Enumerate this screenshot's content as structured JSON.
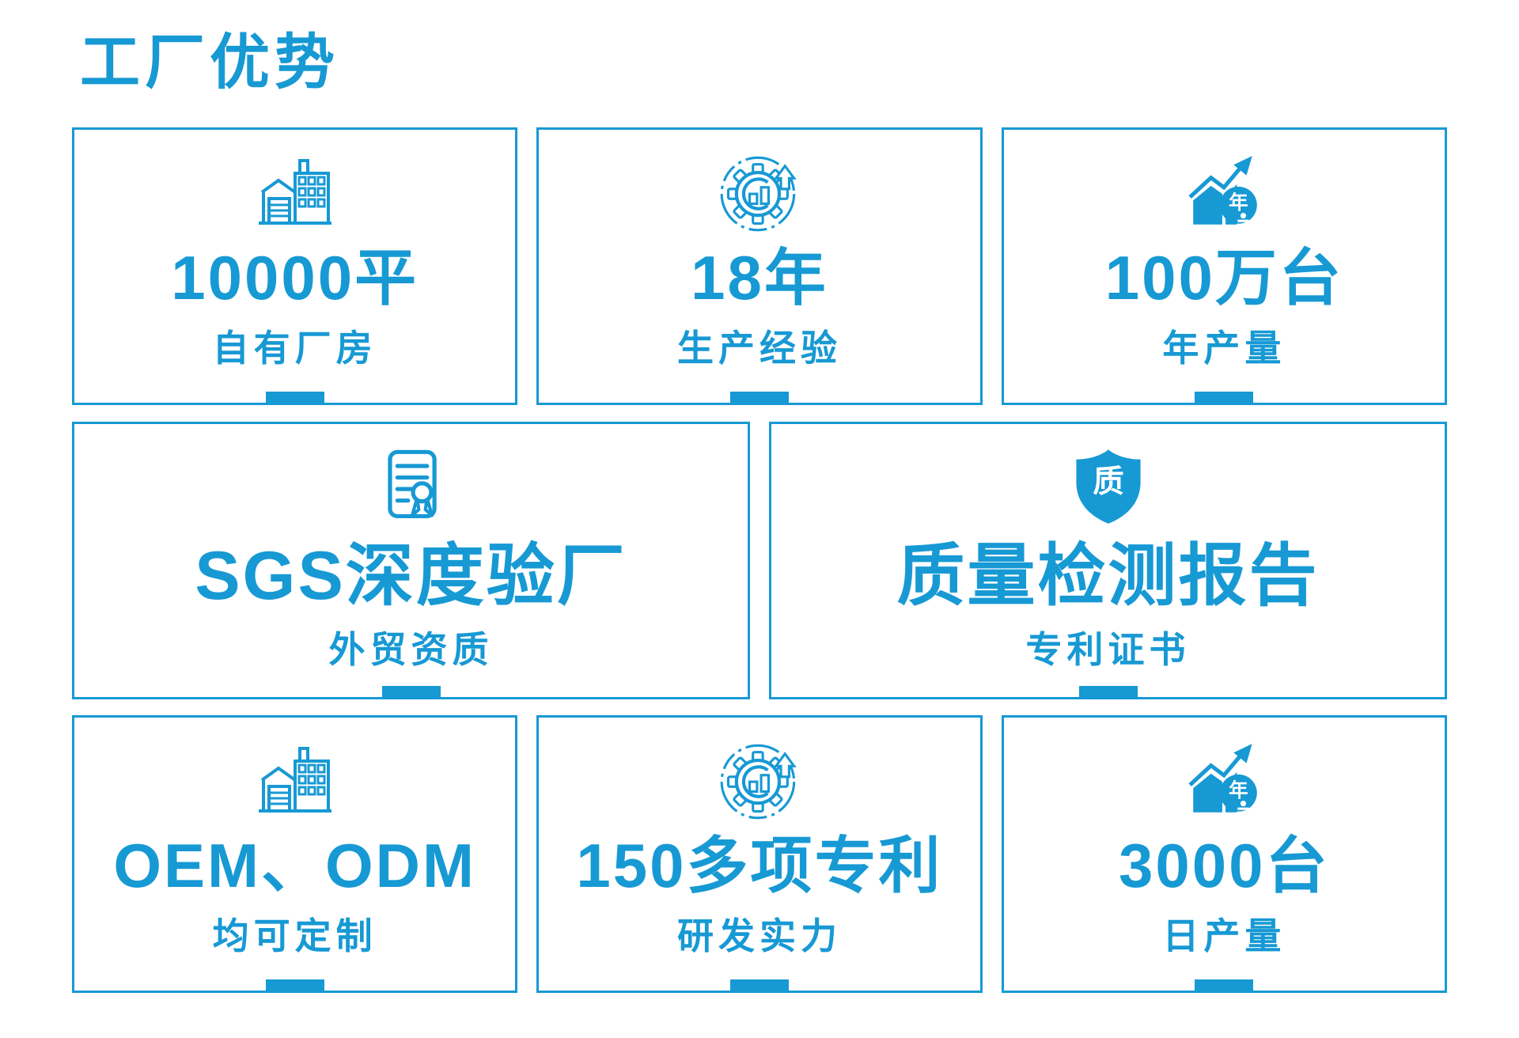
{
  "page": {
    "title": "工厂优势"
  },
  "colors": {
    "accent": "#1799d4"
  },
  "icons": {
    "shield_glyph": "质",
    "year_glyph": "年"
  },
  "cards": [
    {
      "value": "10000平",
      "label": "自有厂房",
      "icon": "factory-icon"
    },
    {
      "value": "18年",
      "label": "生产经验",
      "icon": "gear-growth-icon"
    },
    {
      "value": "100万台",
      "label": "年产量",
      "icon": "annual-growth-icon"
    },
    {
      "value": "SGS深度验厂",
      "label": "外贸资质",
      "icon": "certificate-icon"
    },
    {
      "value": "质量检测报告",
      "label": "专利证书",
      "icon": "quality-shield-icon"
    },
    {
      "value": "OEM、ODM",
      "label": "均可定制",
      "icon": "factory-icon"
    },
    {
      "value": "150多项专利",
      "label": "研发实力",
      "icon": "gear-growth-icon"
    },
    {
      "value": "3000台",
      "label": "日产量",
      "icon": "annual-growth-icon"
    }
  ]
}
